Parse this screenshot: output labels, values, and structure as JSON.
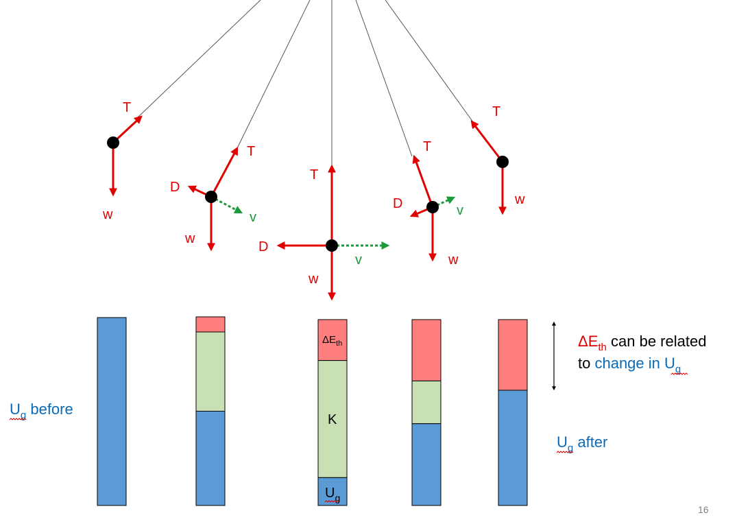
{
  "force_labels": {
    "tension": "T",
    "weight": "w",
    "drag": "D",
    "velocity": "v"
  },
  "bars": [
    {
      "id": "bar-1",
      "dEth": 0.0,
      "K": 0.0,
      "Ug": 1.0
    },
    {
      "id": "bar-2",
      "dEth": 0.08,
      "K": 0.42,
      "Ug": 0.5
    },
    {
      "id": "bar-3",
      "dEth": 0.22,
      "K": 0.63,
      "Ug": 0.15
    },
    {
      "id": "bar-4",
      "dEth": 0.33,
      "K": 0.23,
      "Ug": 0.44
    },
    {
      "id": "bar-5",
      "dEth": 0.38,
      "K": 0.0,
      "Ug": 0.62
    }
  ],
  "bar_labels": {
    "dEth_main": "ΔE",
    "dEth_sub": "th",
    "K": "K",
    "Ug_main": "U",
    "Ug_sub": "g"
  },
  "annotations": {
    "ug_before_main": "U",
    "ug_before_sub": "g",
    "ug_before_rest": " before",
    "ug_after_main": "U",
    "ug_after_sub": "g",
    "ug_after_rest": " after",
    "note_line1_main": "ΔE",
    "note_line1_sub": "th",
    "note_line1_rest": " can be related",
    "note_line2_pre": "to ",
    "note_line2_blue": "change in U",
    "note_line2_sub": "g"
  },
  "page_number": "16",
  "colors": {
    "force": "#e00000",
    "velocity": "#1a9a3a",
    "dEth": "#ff7f7f",
    "K": "#c8e0b4",
    "Ug": "#5b9bd5",
    "string": "#555555"
  }
}
